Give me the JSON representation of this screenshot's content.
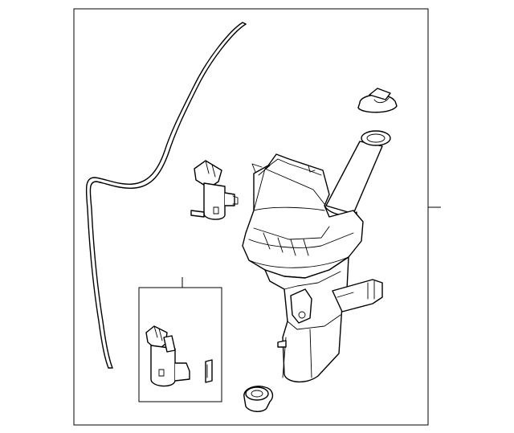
{
  "diagram": {
    "parts": [
      {
        "name": "washer-hose"
      },
      {
        "name": "washer-pump-upper"
      },
      {
        "name": "filler-cap"
      },
      {
        "name": "filler-neck"
      },
      {
        "name": "washer-reservoir"
      },
      {
        "name": "washer-pump-kit"
      },
      {
        "name": "grommet"
      }
    ]
  }
}
